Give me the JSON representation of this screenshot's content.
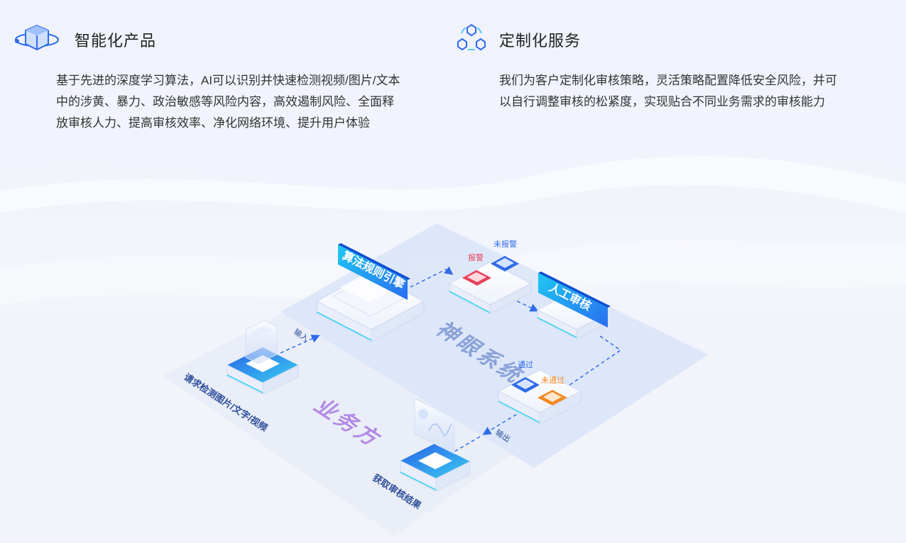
{
  "features": [
    {
      "icon": "cube-orbit-icon",
      "title": "智能化产品",
      "lines": [
        "基于先进的深度学习算法，AI可以识别并快速检测视频/图片/文本",
        "中的涉黄、暴力、政治敏感等风险内容，高效遏制风险、全面释",
        "放审核人力、提高审核效率、净化网络环境、提升用户体验"
      ]
    },
    {
      "icon": "hexagon-network-icon",
      "title": "定制化服务",
      "lines": [
        "我们为客户定制化审核策略，灵活策略配置降低安全风险，并可",
        "以自行调整审核的松紧度，实现贴合不同业务需求的审核能力"
      ]
    }
  ],
  "diagram": {
    "system_label": "神眼系统",
    "business_label": "业务方",
    "engine_label": "算法规则引擎",
    "manual_label": "人工审核",
    "request_label": "请求检测图片/文字/视频",
    "result_label": "获取审核结果",
    "input_label": "输入",
    "output_label": "输出",
    "alarm_label": "报警",
    "no_alarm_label": "未报警",
    "pass_label": "通过",
    "fail_label": "未通过",
    "colors": {
      "accent": "#2f6be8",
      "banner_start": "#1ec8f2",
      "banner_end": "#2a6ef0",
      "alarm": "#e8415a",
      "fail": "#f08a24",
      "system_text": "#8aa2d8",
      "business_text": "#b48ae6"
    }
  }
}
